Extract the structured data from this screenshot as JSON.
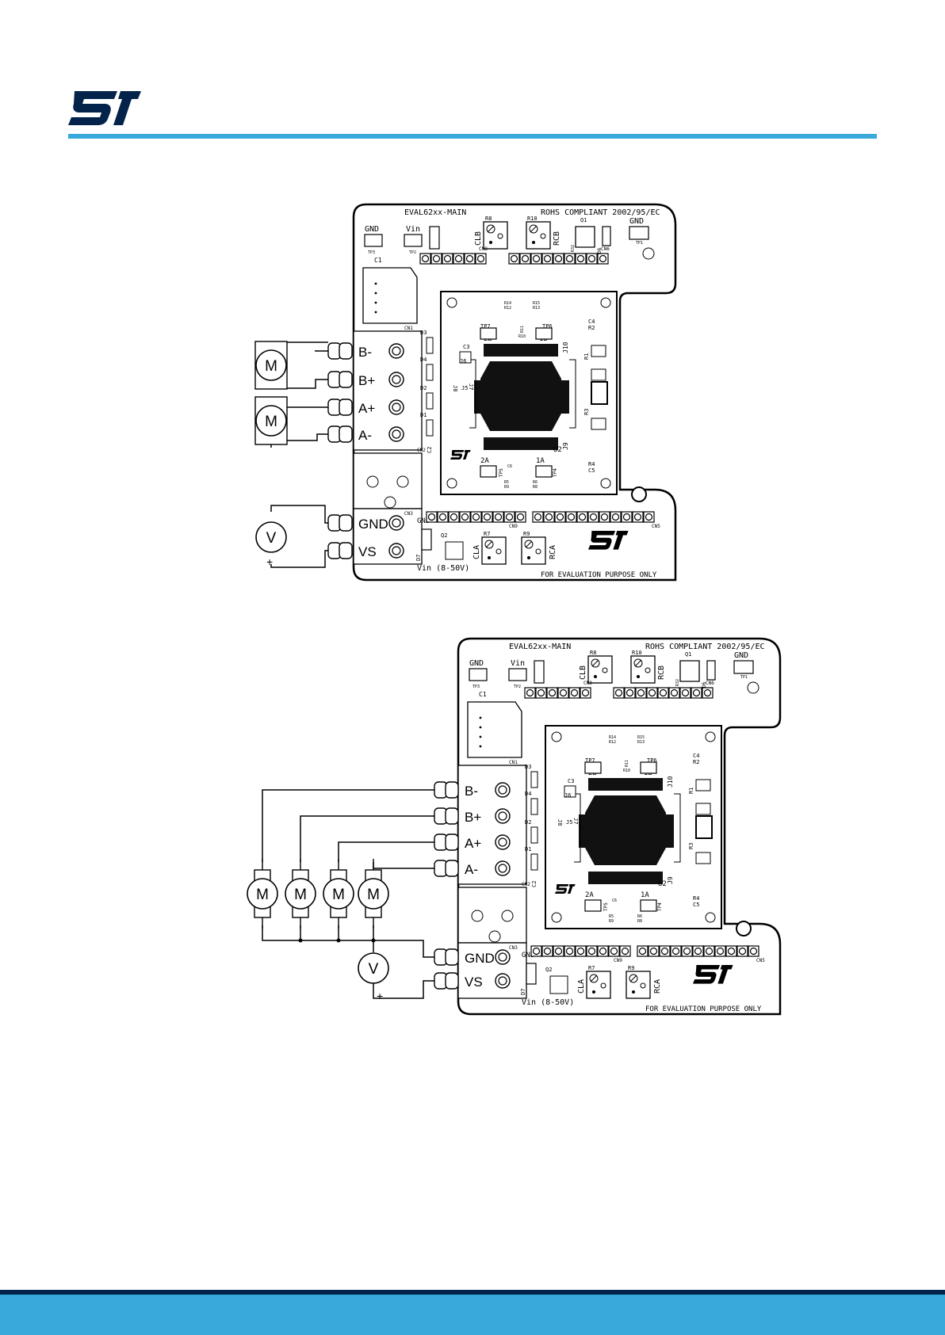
{
  "header": {
    "logo_text": "ST",
    "rule_color": "#39a9dc",
    "logo_color": "#03234b"
  },
  "footer": {
    "bar_color": "#39a9dc",
    "stripe_color": "#03234b"
  },
  "board": {
    "title": "EVAL62xx-MAIN",
    "rohs": "ROHS COMPLIANT 2002/95/EC",
    "eval_only": "FOR EVALUATION PURPOSE ONLY",
    "vin_range": "Vin (8-50V)",
    "gnd": "GND",
    "vin": "Vin",
    "tp1": "TP1",
    "tp2": "TP2",
    "tp3": "TP3",
    "d5": "D5",
    "d6": "D6",
    "d7": "D7",
    "r7": "R7",
    "r8": "R8",
    "r9": "R9",
    "r10": "R10",
    "r32": "R32",
    "clb": "CLB",
    "rcb": "RCB",
    "cla": "CLA",
    "rca": "RCA",
    "q1": "Q1",
    "q2": "Q2",
    "c1": "C1",
    "c2": "C2",
    "d1": "D1",
    "d2": "D2",
    "d3": "D3",
    "d4": "D4",
    "cn1": "CN1",
    "cn2": "CN2",
    "cn3": "CN3",
    "cn5": "CN5",
    "cn6": "CN6",
    "cn8": "CN8",
    "cn9": "CN9",
    "module": {
      "tp5": "TP5",
      "tp4": "TP4",
      "tp6": "TP6",
      "tp7": "TP7",
      "p2b": "2B",
      "p1b": "1B",
      "p2a": "2A",
      "p1a": "1A",
      "u2": "U2",
      "j5": "J5",
      "j6": "J6",
      "j7": "J7",
      "j8": "J8",
      "j9": "J9",
      "j10": "J10",
      "c3": "C3",
      "c4": "C4",
      "c5": "C5",
      "c6": "C6",
      "r1": "R1",
      "r2": "R2",
      "r3": "R3",
      "r4": "R4",
      "r5": "R5",
      "r6": "R6",
      "r9": "R9",
      "r8": "R8",
      "r14": "R14",
      "r12": "R12",
      "r15": "R15",
      "r13": "R13",
      "r10": "R10",
      "r11": "R11"
    }
  },
  "terminals": {
    "b_minus": "B-",
    "b_plus": "B+",
    "a_plus": "A+",
    "a_minus": "A-",
    "gnd": "GND",
    "vs": "VS"
  },
  "symbols": {
    "motor": "M",
    "source": "V",
    "plus": "+"
  }
}
